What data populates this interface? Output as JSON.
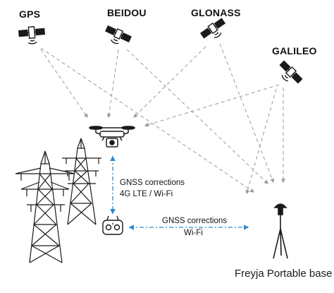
{
  "satellites": {
    "gps": "GPS",
    "beidou": "BEIDOU",
    "glonass": "GLONASS",
    "galileo": "GALILEO"
  },
  "links": {
    "drone_line1": "GNSS corrections",
    "drone_line2": "4G LTE / Wi-Fi",
    "base_line1": "GNSS corrections",
    "base_line2": "Wi-Fi"
  },
  "base_station": "Freyja Portable base",
  "colors": {
    "signal": "#9a9a9a",
    "correction": "#2a8bd1",
    "ink": "#1a1a1a"
  },
  "icons": [
    "satellite-icon",
    "drone-icon",
    "remote-controller-icon",
    "gnss-base-antenna-icon",
    "power-tower-icon"
  ]
}
